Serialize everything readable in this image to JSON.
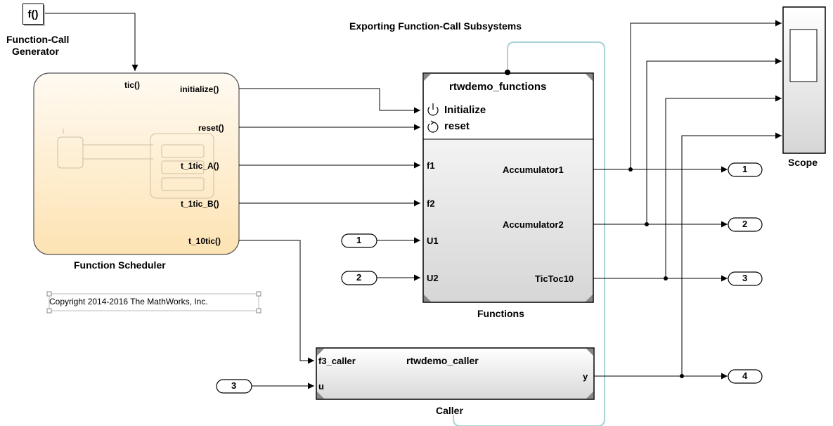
{
  "diagram_title": "Exporting Function-Call Subsystems",
  "fcg": {
    "block_text": "f()",
    "name_line1": "Function-Call",
    "name_line2": "Generator"
  },
  "scheduler": {
    "name": "Function Scheduler",
    "input": "tic()",
    "outputs": [
      "initialize()",
      "reset()",
      "t_1tic_A()",
      "t_1tic_B()",
      "t_10tic()"
    ]
  },
  "functions": {
    "name": "Functions",
    "title": "rtwdemo_functions",
    "initialize": "Initialize",
    "reset": "reset",
    "inputs": [
      "f1",
      "f2",
      "U1",
      "U2"
    ],
    "outputs": [
      "Accumulator1",
      "Accumulator2",
      "TicToc10"
    ]
  },
  "caller": {
    "name": "Caller",
    "title": "rtwdemo_caller",
    "inputs": [
      "f3_caller",
      "u"
    ],
    "output": "y"
  },
  "scope": {
    "name": "Scope"
  },
  "inports": [
    "1",
    "2",
    "3"
  ],
  "outports": [
    "1",
    "2",
    "3",
    "4"
  ],
  "copyright": "Copyright 2014-2016 The MathWorks, Inc.",
  "colors": {
    "line": "#000000",
    "chart_fill_top": "#fffaf0",
    "chart_fill_bottom": "#fde5b8",
    "block_fill_bottom": "#d9d9d9",
    "connector": "#a8d2d6"
  }
}
